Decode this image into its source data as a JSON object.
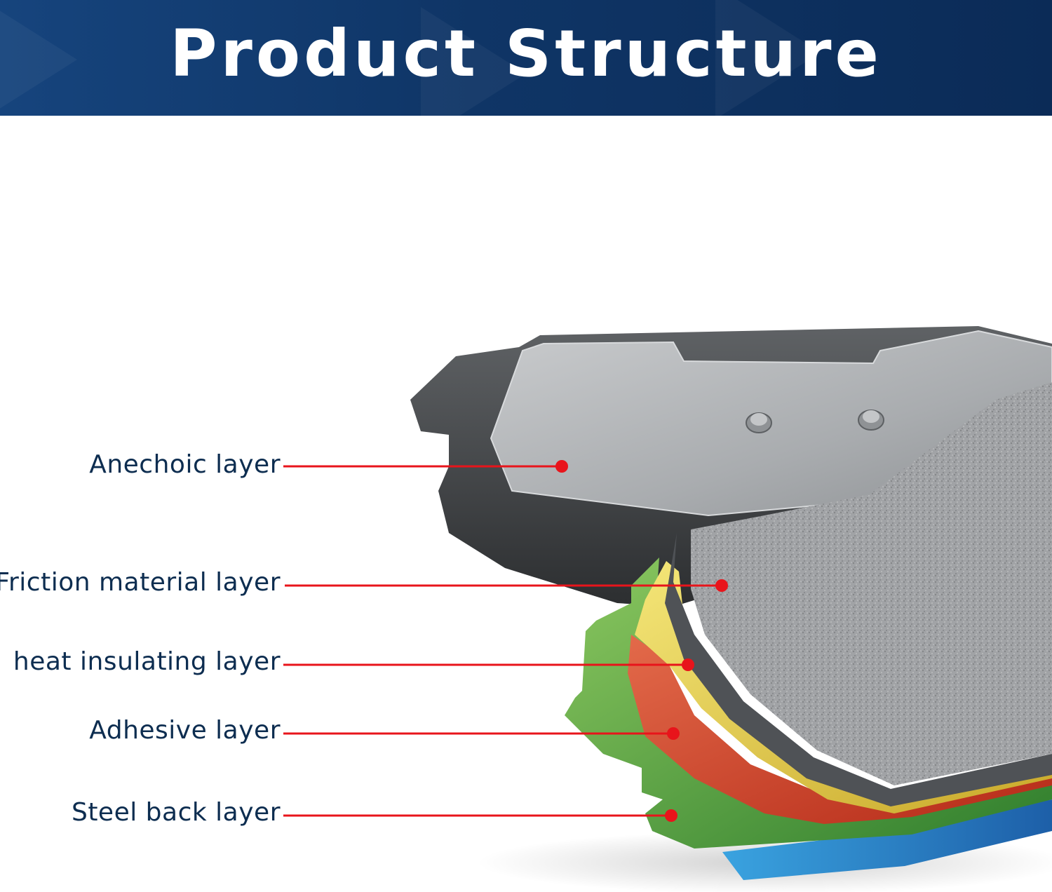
{
  "banner": {
    "title": "Product Structure"
  },
  "layers": [
    {
      "label": "Anechoic layer"
    },
    {
      "label": "Friction material layer"
    },
    {
      "label": "heat insulating layer"
    },
    {
      "label": "Adhesive layer"
    },
    {
      "label": "Steel back layer"
    }
  ],
  "colors": {
    "banner": "#0f3566",
    "label_text": "#0d2d50",
    "leader_line": "#e8141b",
    "friction": "#8d8f92",
    "insulating": "#f0dc55",
    "adhesive": "#d8402a",
    "steel_back": "#3f9a3a"
  }
}
